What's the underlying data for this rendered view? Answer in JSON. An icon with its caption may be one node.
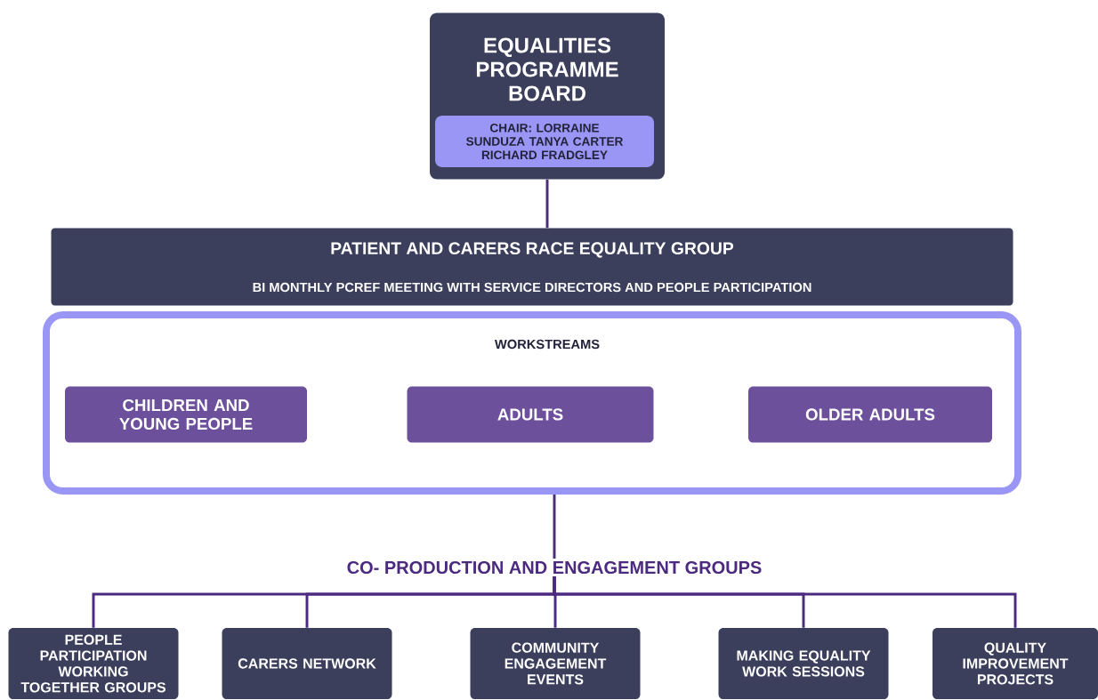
{
  "diagram": {
    "nodes": [
      {
        "text": [
          "EQUALITIES PROGRAMME BOARD"
        ]
      },
      {
        "text": [
          "CHAIR: LORRAINE SUNDUZA TANYA CARTER RICHARD FRADGLEY"
        ],
        "in": 0
      },
      {
        "text": [
          "PATIENT AND CARERS RACE EQUALITY GROUP",
          "BI MONTHLY PCREF MEETING WITH SERVICE DIRECTORS AND PEOPLE PARTICIPATION"
        ]
      },
      {
        "text": [
          "WORKSTREAMS"
        ]
      },
      {
        "text": [
          "CHILDREN AND YOUNG PEOPLE"
        ],
        "in": 3
      },
      {
        "text": [
          "ADULTS"
        ],
        "in": 3
      },
      {
        "text": [
          "OLDER ADULTS"
        ],
        "in": 3
      },
      {
        "text": [
          "CO- PRODUCTION AND ENGAGEMENT GROUPS"
        ]
      },
      {
        "text": [
          "PEOPLE PARTICIPATION WORKING TOGETHER GROUPS"
        ]
      },
      {
        "text": [
          "CARERS NETWORK"
        ]
      },
      {
        "text": [
          "COMMUNITY ENGAGEMENT EVENTS"
        ]
      },
      {
        "text": [
          "MAKING EQUALITY WORK SESSIONS"
        ]
      },
      {
        "text": [
          "QUALITY IMPROVEMENT PROJECTS"
        ]
      }
    ],
    "edges": [
      {
        "from": 0,
        "to": 2,
        "arrow": "none"
      },
      {
        "from": 3,
        "to": 7,
        "arrow": "none"
      },
      {
        "from": 7,
        "to": 8,
        "arrow": "none"
      },
      {
        "from": 7,
        "to": 9,
        "arrow": "none"
      },
      {
        "from": 7,
        "to": 10,
        "arrow": "none"
      },
      {
        "from": 7,
        "to": 11,
        "arrow": "none"
      },
      {
        "from": 7,
        "to": 12,
        "arrow": "none"
      }
    ]
  }
}
